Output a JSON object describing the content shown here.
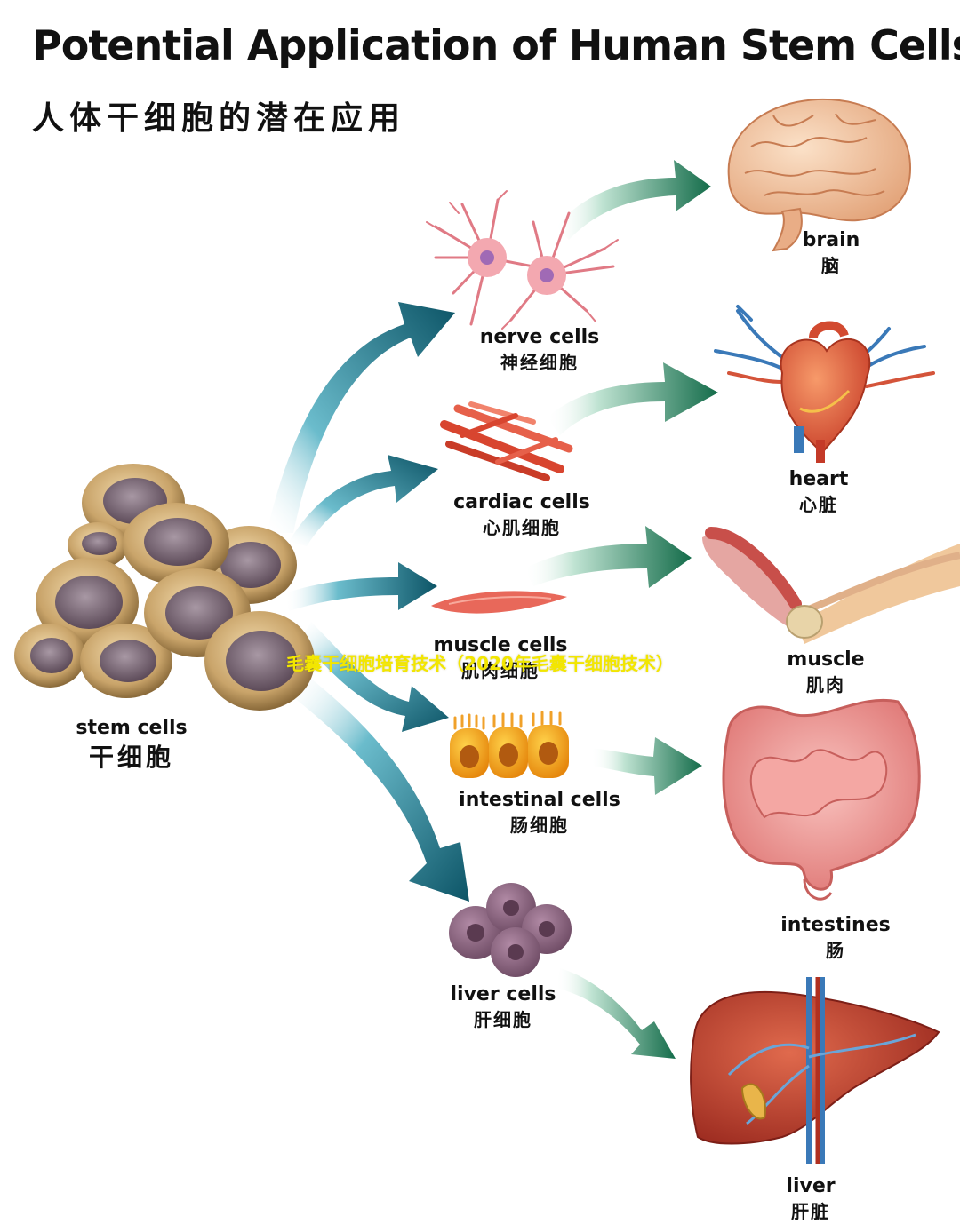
{
  "title": "Potential Application of Human Stem Cells",
  "subtitle": "人体干细胞的潜在应用",
  "source": {
    "en": "stem cells",
    "zh": "干细胞"
  },
  "cell_types": [
    {
      "en": "nerve cells",
      "zh": "神经细胞"
    },
    {
      "en": "cardiac cells",
      "zh": "心肌细胞"
    },
    {
      "en": "muscle cells",
      "zh": "肌肉细胞"
    },
    {
      "en": "intestinal cells",
      "zh": "肠细胞"
    },
    {
      "en": "liver cells",
      "zh": "肝细胞"
    }
  ],
  "organs": [
    {
      "en": "brain",
      "zh": "脑"
    },
    {
      "en": "heart",
      "zh": "心脏"
    },
    {
      "en": "muscle",
      "zh": "肌肉"
    },
    {
      "en": "intestines",
      "zh": "肠"
    },
    {
      "en": "liver",
      "zh": "肝脏"
    }
  ],
  "watermark": "毛囊干细胞培育技术（2020年毛囊干细胞技术）",
  "colors": {
    "arrow_teal_dark": "#0d5c6e",
    "arrow_teal_light": "#63b7c9",
    "arrow_green_dark": "#1a7a55",
    "arrow_green_light": "#e4f3ec",
    "stem_cell": "#c9a46a",
    "stem_nucleus": "#7d6a78",
    "watermark": "#f2e600"
  }
}
